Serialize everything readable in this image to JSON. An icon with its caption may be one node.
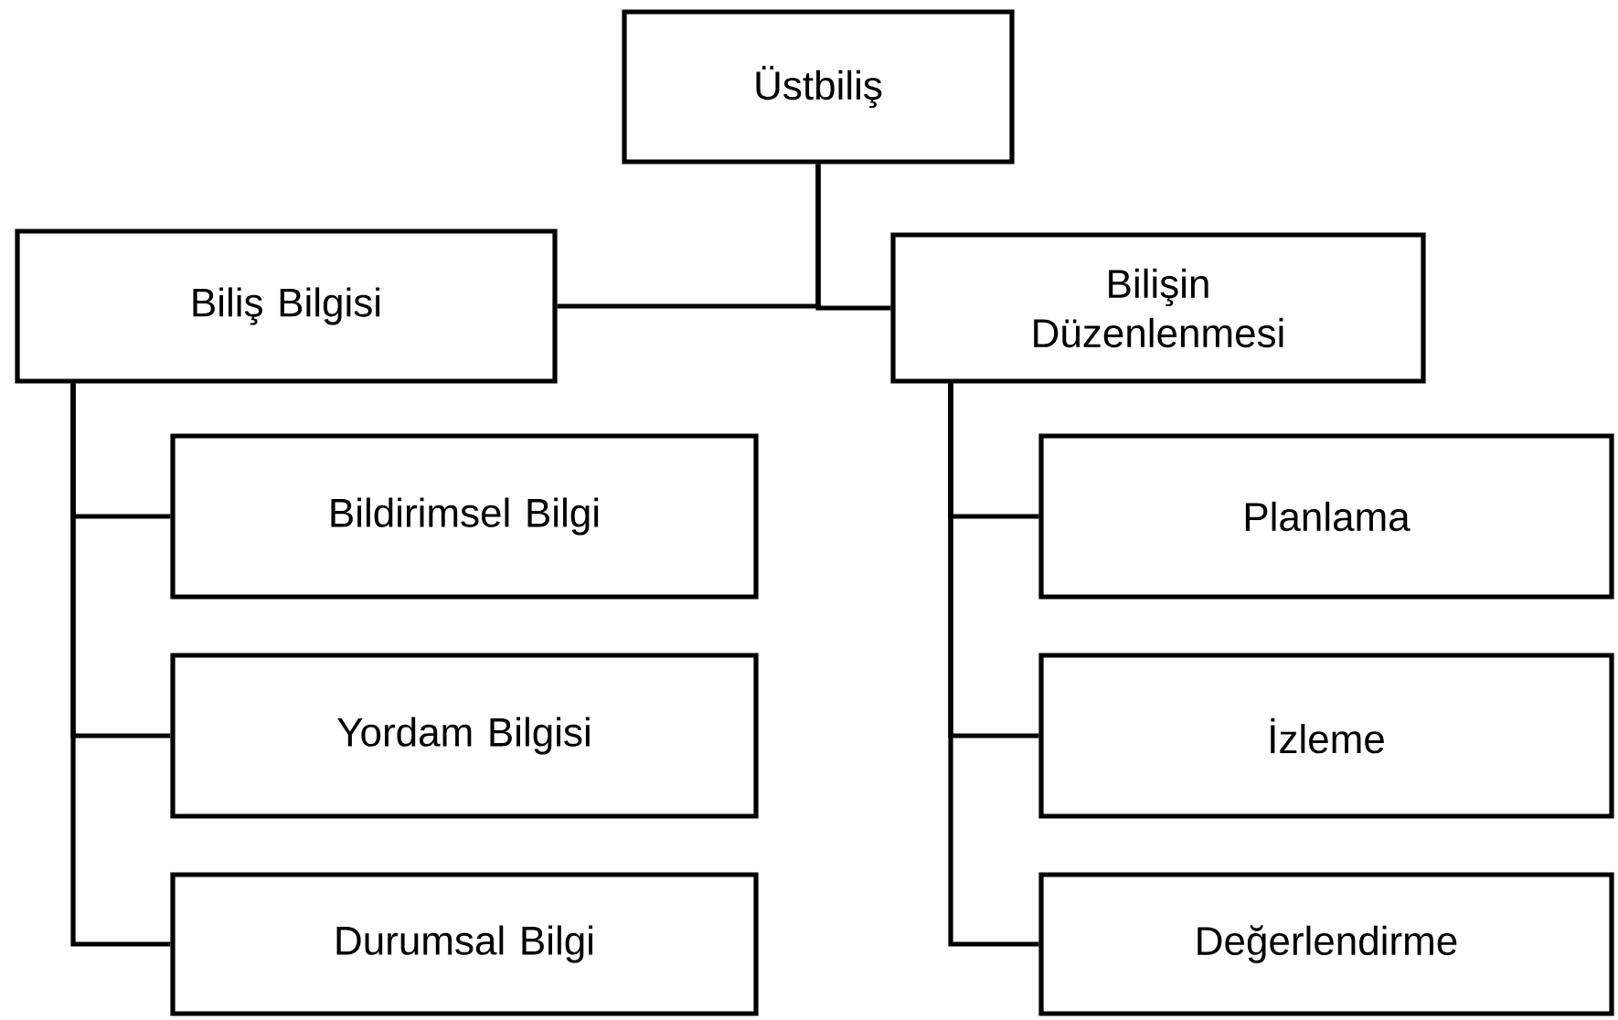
{
  "diagram": {
    "nodes": [
      {
        "text": [
          "Üstbiliş"
        ]
      },
      {
        "text": [
          "Biliş Bilgisi"
        ]
      },
      {
        "text": [
          "Bilişin Düzenlenmesi"
        ]
      },
      {
        "text": [
          "Bildirimsel Bilgi"
        ]
      },
      {
        "text": [
          "Yordam Bilgisi"
        ]
      },
      {
        "text": [
          "Durumsal Bilgi"
        ]
      },
      {
        "text": [
          "Planlama"
        ]
      },
      {
        "text": [
          "İzleme"
        ]
      },
      {
        "text": [
          "Değerlendirme"
        ]
      }
    ],
    "edges": [
      {
        "from": 0,
        "to": 1,
        "arrow": "none"
      },
      {
        "from": 0,
        "to": 2,
        "arrow": "none"
      },
      {
        "from": 1,
        "to": 3,
        "arrow": "none"
      },
      {
        "from": 1,
        "to": 4,
        "arrow": "none"
      },
      {
        "from": 1,
        "to": 5,
        "arrow": "none"
      },
      {
        "from": 2,
        "to": 6,
        "arrow": "none"
      },
      {
        "from": 2,
        "to": 7,
        "arrow": "none"
      },
      {
        "from": 2,
        "to": 8,
        "arrow": "none"
      }
    ]
  }
}
